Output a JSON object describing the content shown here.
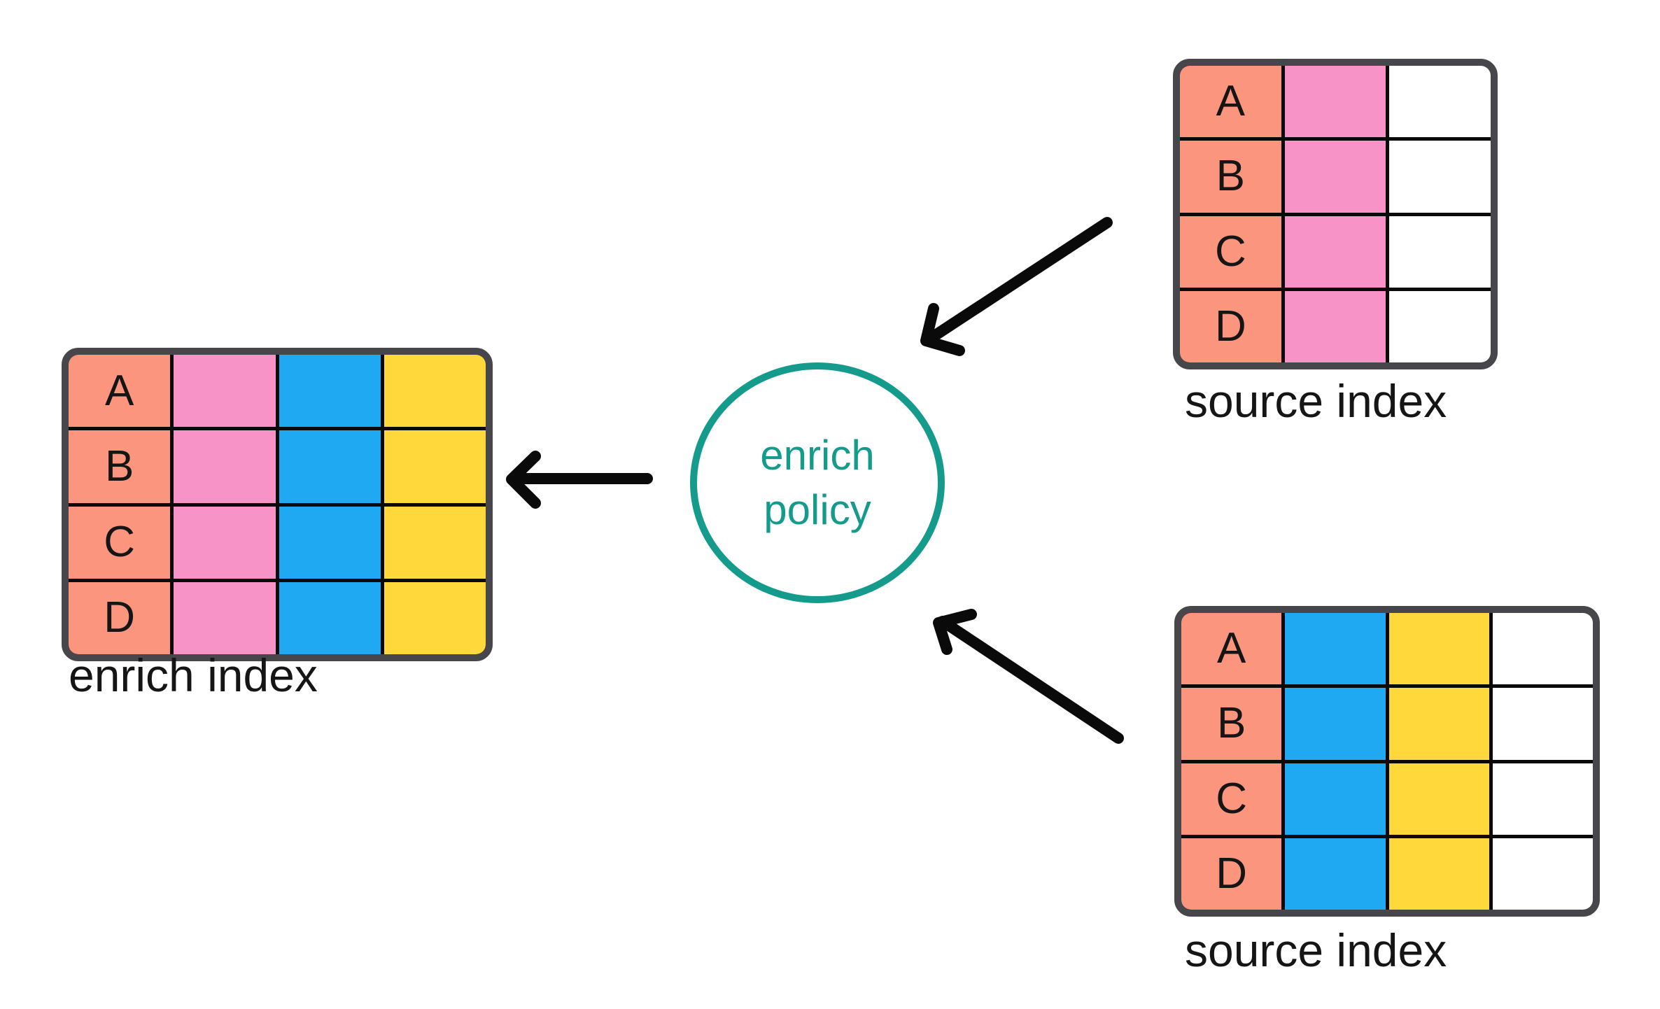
{
  "colors": {
    "salmon": "#FC957E",
    "pink": "#F893C7",
    "blue": "#1FA9F2",
    "yellow": "#FFD93B",
    "teal": "#149B8C",
    "table_border": "#47464A",
    "line": "#0A0A0A",
    "text": "#151515",
    "empty": "#FFFFFF"
  },
  "policy_node": {
    "label_line1": "enrich",
    "label_line2": "policy"
  },
  "enrich_index": {
    "label": "enrich index",
    "rows": [
      "A",
      "B",
      "C",
      "D"
    ],
    "columns": [
      "key-salmon",
      "pink",
      "blue",
      "yellow"
    ]
  },
  "source_index_top": {
    "label": "source index",
    "rows": [
      "A",
      "B",
      "C",
      "D"
    ],
    "columns": [
      "key-salmon",
      "pink",
      "empty-white"
    ]
  },
  "source_index_bottom": {
    "label": "source index",
    "rows": [
      "A",
      "B",
      "C",
      "D"
    ],
    "columns": [
      "key-salmon",
      "blue",
      "yellow",
      "empty-white"
    ]
  }
}
